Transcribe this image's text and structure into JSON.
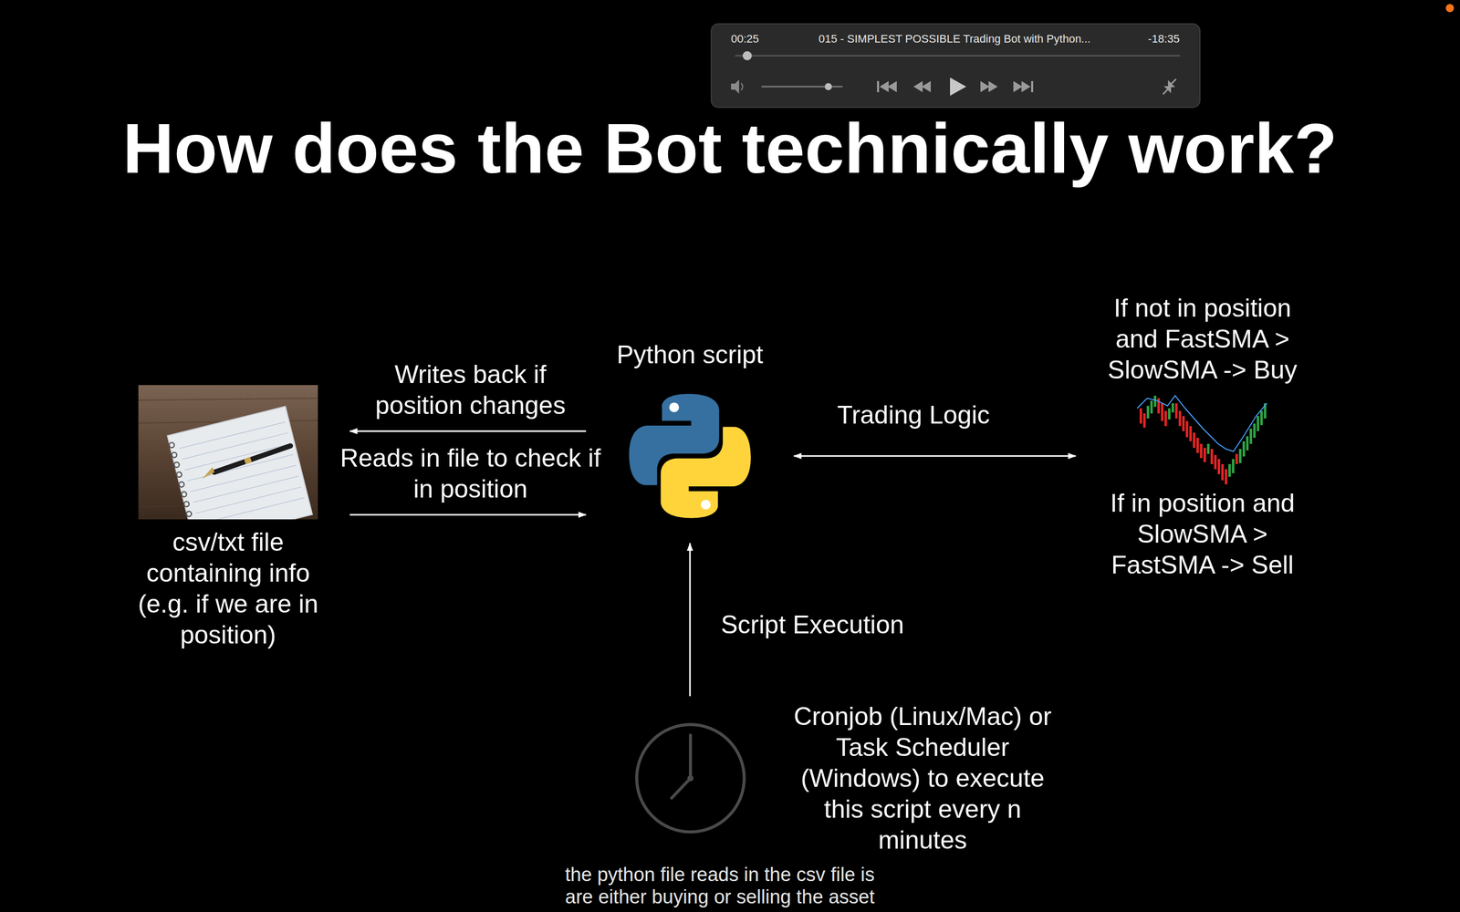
{
  "diagram": {
    "title": "How does the Bot technically work?",
    "nodes": [
      {
        "text": [
          "csv/txt file containing info (e.g. if we are in position)"
        ]
      },
      {
        "text": [
          "Python script"
        ]
      },
      {
        "text": [
          "If not in position and FastSMA > SlowSMA -> Buy",
          "If in position and SlowSMA > FastSMA -> Sell"
        ]
      },
      {
        "text": [
          "Cronjob (Linux/Mac) or Task Scheduler (Windows) to execute this script every n minutes"
        ]
      }
    ],
    "edges": [
      {
        "from": 1,
        "to": 0,
        "label": "Writes back if position changes",
        "arrow": "to"
      },
      {
        "from": 0,
        "to": 1,
        "label": "Reads in file to check if in position",
        "arrow": "to"
      },
      {
        "from": 1,
        "to": 2,
        "label": "Trading Logic",
        "arrow": "both"
      },
      {
        "from": 3,
        "to": 1,
        "label": "Script Execution",
        "arrow": "to"
      }
    ],
    "labels": [
      "00:25",
      "015 - SIMPLEST POSSIBLE Trading Bot with Python...",
      "-18:35",
      "the python file reads in the csv file is",
      "are either buying or selling the asset"
    ]
  }
}
